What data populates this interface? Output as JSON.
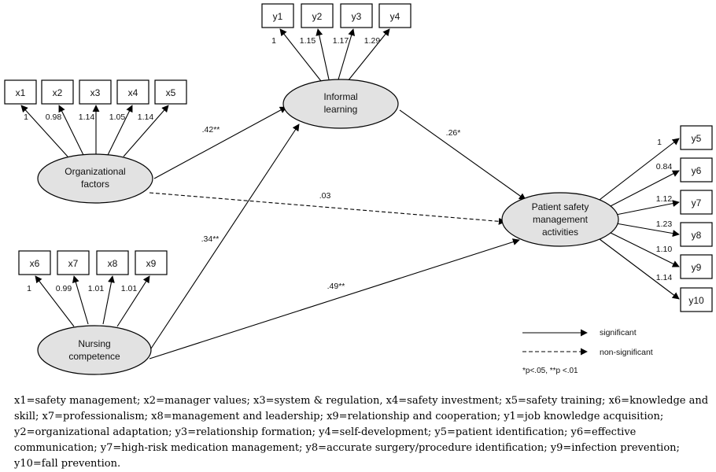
{
  "indicators": {
    "x1": "x1",
    "x2": "x2",
    "x3": "x3",
    "x4": "x4",
    "x5": "x5",
    "x6": "x6",
    "x7": "x7",
    "x8": "x8",
    "x9": "x9",
    "y1": "y1",
    "y2": "y2",
    "y3": "y3",
    "y4": "y4",
    "y5": "y5",
    "y6": "y6",
    "y7": "y7",
    "y8": "y8",
    "y9": "y9",
    "y10": "y10"
  },
  "constructs": {
    "informal_learning": [
      "Informal",
      "learning"
    ],
    "organizational_factors": [
      "Organizational",
      "factors"
    ],
    "nursing_competence": [
      "Nursing",
      "competence"
    ],
    "patient_safety": [
      "Patient safety",
      "management",
      "activities"
    ]
  },
  "loadings": {
    "x1": "1",
    "x2": "0.98",
    "x3": "1.14",
    "x4": "1.05",
    "x5": "1.14",
    "x6": "1",
    "x7": "0.99",
    "x8": "1.01",
    "x9": "1.01",
    "y1": "1",
    "y2": "1.15",
    "y3": "1.17",
    "y4": "1.29",
    "y5": "1",
    "y6": "0.84",
    "y7": "1.12",
    "y8": "1.23",
    "y9": "1.10",
    "y10": "1.14"
  },
  "paths": {
    "org_to_informal": ".42**",
    "nurse_to_informal": ".34**",
    "informal_to_patient": ".26*",
    "org_to_patient": ".03",
    "nurse_to_patient": ".49**"
  },
  "legend": {
    "significant": "significant",
    "non_significant": "non-significant",
    "note": "*p<.05, **p <.01"
  },
  "caption": "x1=safety management; x2=manager values; x3=system & regulation, x4=safety investment; x5=safety training; x6=knowledge and skill; x7=professionalism; x8=management and leadership; x9=relationship and cooperation; y1=job knowledge acquisition; y2=organizational adaptation; y3=relationship formation; y4=self-development; y5=patient identification; y6=effective communication; y7=high-risk medication management; y8=accurate surgery/procedure identification; y9=infection prevention; y10=fall prevention."
}
